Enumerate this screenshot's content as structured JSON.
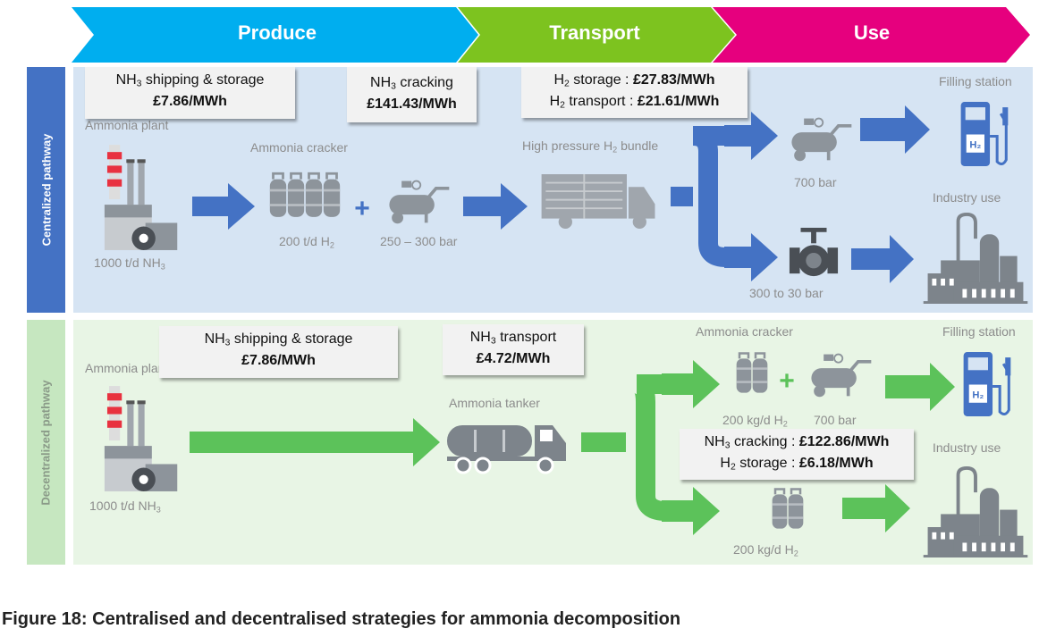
{
  "header": {
    "stages": [
      {
        "label": "Produce",
        "color": "#00AEEF"
      },
      {
        "label": "Transport",
        "color": "#7DC31F"
      },
      {
        "label": "Use",
        "color": "#E6007E"
      }
    ]
  },
  "centralized": {
    "title": "Centralized pathway",
    "color": "#4472C4",
    "panel_color": "#D6E4F3",
    "costs": {
      "shipping": {
        "pre": "NH",
        "sub": "3",
        "post": " shipping & storage",
        "value": "£7.86/MWh"
      },
      "cracking": {
        "pre": "NH",
        "sub": "3",
        "post": " cracking",
        "value": "£141.43/MWh"
      },
      "storage": {
        "pre": "H",
        "sub": "2",
        "post": " storage : ",
        "value": "£27.83/MWh"
      },
      "transport": {
        "pre": "H",
        "sub": "2",
        "post": " transport : ",
        "value": "£21.61/MWh"
      }
    },
    "labels": {
      "plant": "Ammonia plant",
      "plant_cap_pre": "1000 t/d NH",
      "plant_cap_sub": "3",
      "cracker": "Ammonia cracker",
      "cracker_cap_pre": "200 t/d H",
      "cracker_cap_sub": "2",
      "compressor_pressure": "250 – 300 bar",
      "bundle_pre": "High pressure H",
      "bundle_sub": "2",
      "bundle_post": " bundle",
      "station_pressure": "700 bar",
      "valve_pressure": "300 to 30 bar",
      "filling_station": "Filling station",
      "industry": "Industry use",
      "pump_badge": "H2"
    }
  },
  "decentralized": {
    "title": "Decentralized pathway",
    "color": "#C6E7C0",
    "panel_color": "#E8F5E5",
    "costs": {
      "shipping": {
        "pre": "NH",
        "sub": "3",
        "post": " shipping & storage",
        "value": "£7.86/MWh"
      },
      "transport": {
        "pre": "NH",
        "sub": "3",
        "post": " transport",
        "value": "£4.72/MWh"
      },
      "cracking": {
        "pre": "NH",
        "sub": "3",
        "post": " cracking : ",
        "value": "£122.86/MWh"
      },
      "storage": {
        "pre": "H",
        "sub": "2",
        "post": " storage : ",
        "value": "£6.18/MWh"
      }
    },
    "labels": {
      "plant": "Ammonia plant",
      "plant_cap_pre": "1000 t/d NH",
      "plant_cap_sub": "3",
      "tanker": "Ammonia tanker",
      "cracker": "Ammonia cracker",
      "cracker_cap_pre": "200 kg/d H",
      "cracker_cap_sub": "2",
      "station_pressure": "700 bar",
      "filling_station": "Filling station",
      "industry": "Industry use",
      "storage_cap_pre": "200 kg/d H",
      "storage_cap_sub": "2",
      "pump_badge": "H2"
    }
  },
  "caption": "Figure 18: Centralised and decentralised strategies for ammonia decomposition"
}
